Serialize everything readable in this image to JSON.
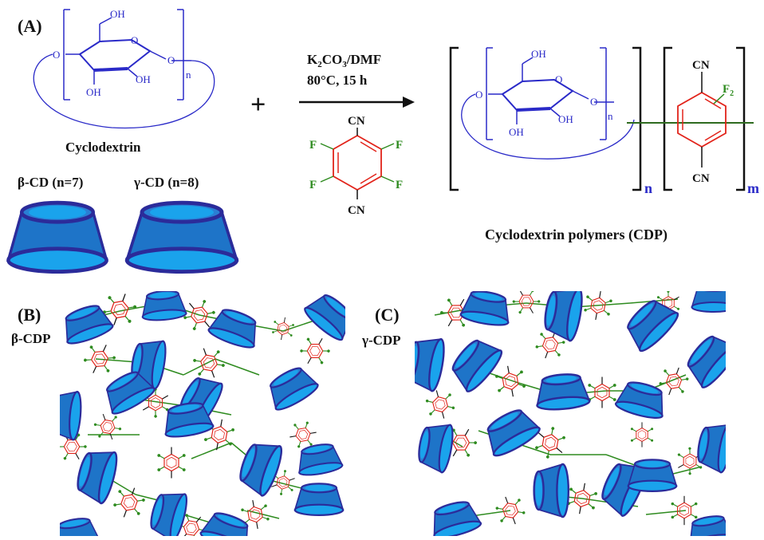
{
  "panel_a": {
    "label": "(A)",
    "cd_oh_top": "OH",
    "cd_oh_mid1": "OH",
    "cd_oh_mid2": "OH",
    "cd_o_left": "O",
    "cd_o_ring": "O",
    "cd_o_right": "O",
    "cd_n": "n",
    "cd_name": "Cyclodextrin",
    "beta_label": "β-CD (n=7)",
    "gamma_label": "γ-CD (n=8)",
    "plus": "+",
    "cond_line1_k": "K",
    "cond_line1_sub2": "2",
    "cond_line1_co": "CO",
    "cond_line1_sub3": "3",
    "cond_line1_dmf": "/DMF",
    "cond_line2": "80°C, 15 h",
    "tfp_cn_top": "CN",
    "tfp_cn_bottom": "CN",
    "tfp_f": "F",
    "poly_cn_top": "CN",
    "poly_cn_bottom": "CN",
    "poly_f": "F",
    "poly_f_sub": "2",
    "poly_n": "n",
    "poly_m": "m",
    "poly_name": "Cyclodextrin polymers (CDP)"
  },
  "panel_b": {
    "label": "(B)",
    "sublabel": "β-CDP"
  },
  "panel_c": {
    "label": "(C)",
    "sublabel": "γ-CDP"
  },
  "colors": {
    "cd_fill": "#1aa3ec",
    "cd_dark": "#1e6fc0",
    "cd_outline": "#2b2b9a",
    "ring_red": "#e2231a",
    "fluorine_green": "#2e8b1f",
    "structure_blue": "#2a2ac8"
  }
}
